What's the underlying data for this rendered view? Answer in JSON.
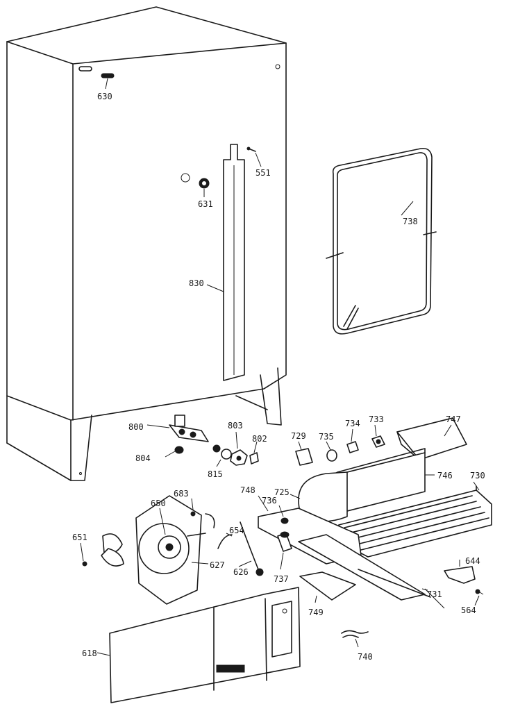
{
  "labels": {
    "l630": "630",
    "l551": "551",
    "l631": "631",
    "l738": "738",
    "l830": "830",
    "l800": "800",
    "l803": "803",
    "l802": "802",
    "l804": "804",
    "l815": "815",
    "l729": "729",
    "l735": "735",
    "l734": "734",
    "l733": "733",
    "l747": "747",
    "l746": "746",
    "l730": "730",
    "l725": "725",
    "l683": "683",
    "l650": "650",
    "l748": "748",
    "l736": "736",
    "l651": "651",
    "l654": "654",
    "l627": "627",
    "l626": "626",
    "l737": "737",
    "l644": "644",
    "l731": "731",
    "l749": "749",
    "l564": "564",
    "l618": "618",
    "l740": "740"
  }
}
